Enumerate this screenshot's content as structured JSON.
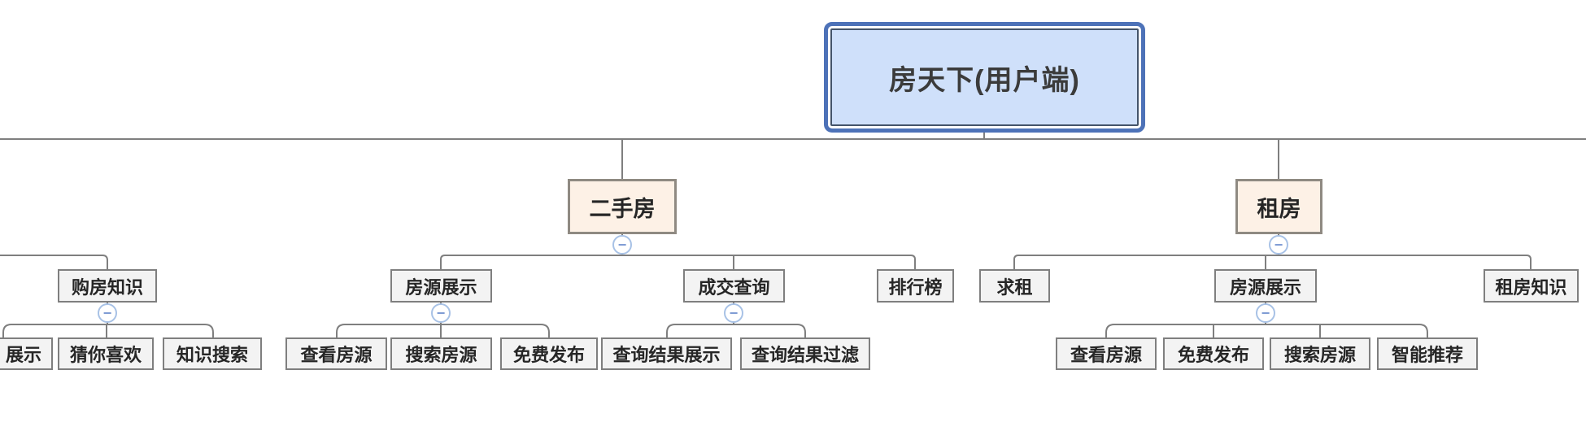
{
  "mindmap": {
    "root": {
      "label": "房天下(用户端)"
    },
    "branches": [
      {
        "label": "二手房",
        "children": [
          {
            "label": "房源展示",
            "children": [
              {
                "label": "查看房源"
              },
              {
                "label": "搜索房源"
              },
              {
                "label": "免费发布"
              }
            ]
          },
          {
            "label": "成交查询",
            "children": [
              {
                "label": "查询结果展示"
              },
              {
                "label": "查询结果过滤"
              }
            ]
          },
          {
            "label": "排行榜",
            "children": []
          }
        ]
      },
      {
        "label": "租房",
        "children": [
          {
            "label": "求租",
            "children": []
          },
          {
            "label": "房源展示",
            "children": [
              {
                "label": "查看房源"
              },
              {
                "label": "免费发布"
              },
              {
                "label": "搜索房源"
              },
              {
                "label": "智能推荐"
              }
            ]
          },
          {
            "label": "租房知识",
            "children": []
          }
        ]
      }
    ],
    "partial_branch_left": {
      "children": [
        {
          "label": "购房知识",
          "children": [
            {
              "label": "展示"
            },
            {
              "label": "猜你喜欢"
            },
            {
              "label": "知识搜索"
            }
          ]
        }
      ]
    },
    "collapse_icon": {
      "name": "collapse-minus-icon",
      "glyph": "−"
    }
  },
  "colors": {
    "root_fill": "#cfe0fa",
    "root_border_outer": "#4d72b8",
    "root_border_inner": "#44546a",
    "level2_fill": "#fdf1e6",
    "level2_border": "#8f8a82",
    "leaf_fill": "#f3f3f3",
    "leaf_border": "#7f7f7f",
    "connector": "#7f7f7f",
    "collapse_ring": "#a8c2e6",
    "collapse_glyph": "#7e9bd4",
    "text": "#262626"
  }
}
